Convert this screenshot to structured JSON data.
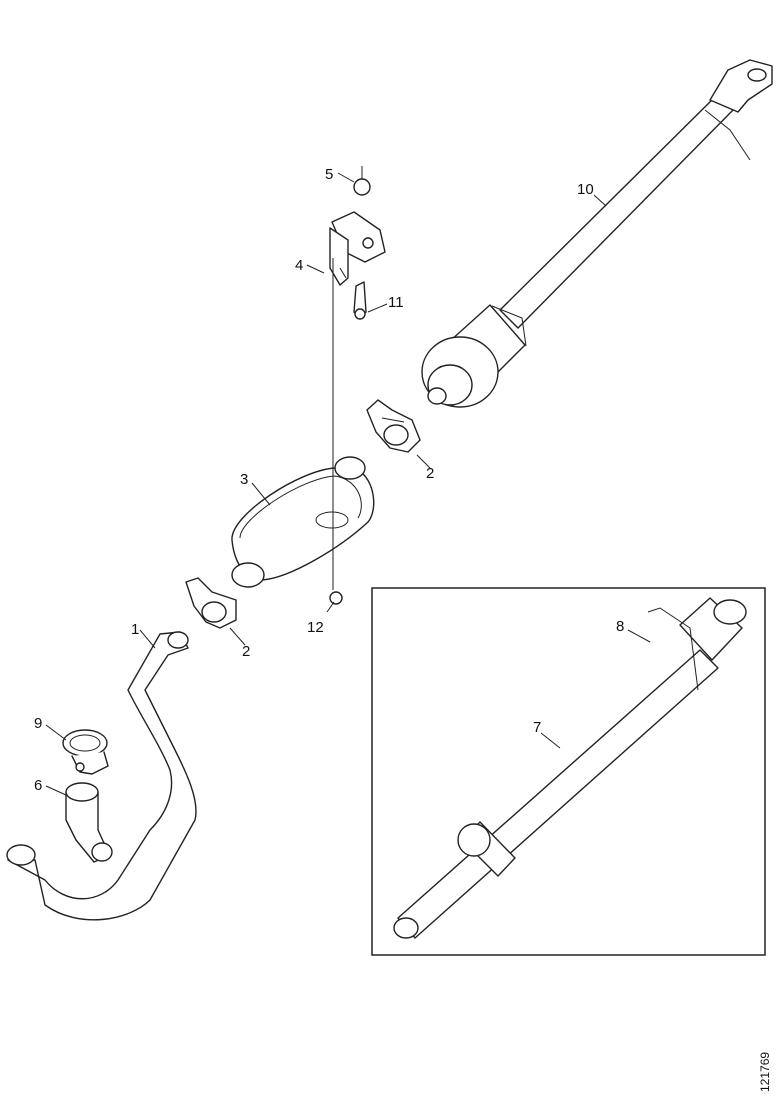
{
  "callouts": {
    "c1": "1",
    "c2a": "2",
    "c2b": "2",
    "c3": "3",
    "c4": "4",
    "c5": "5",
    "c6": "6",
    "c7": "7",
    "c8": "8",
    "c9": "9",
    "c10": "10",
    "c11": "11",
    "c12": "12"
  },
  "document_id": "121769"
}
